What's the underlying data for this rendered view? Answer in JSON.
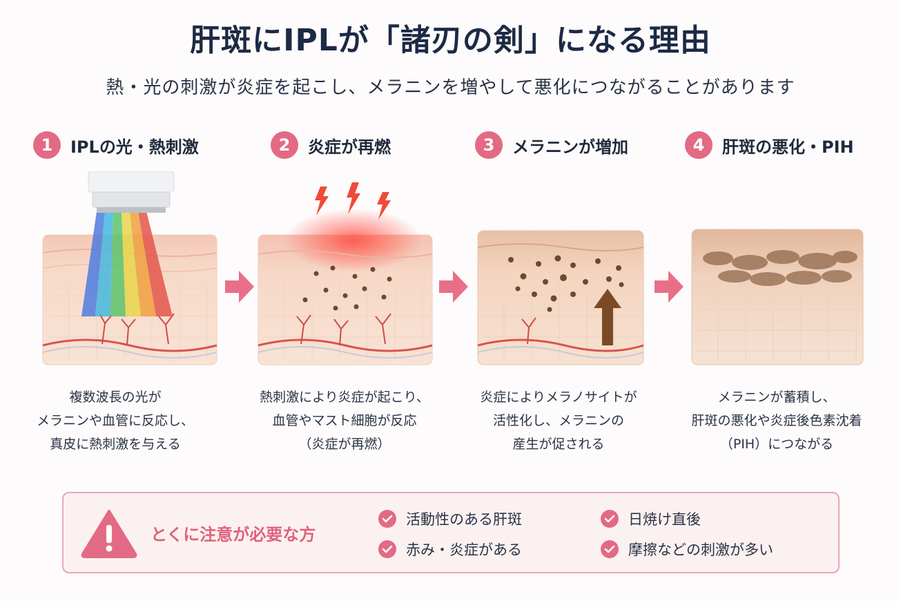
{
  "title": "肝斑にIPLが「諸刃の剣」になる理由",
  "subtitle": "熱・光の刺激が炎症を起こし、メラニンを増やして悪化につながることがあります",
  "steps": [
    {
      "num": "1",
      "label": "IPLの光・熱刺激",
      "desc": [
        "複数波長の光が",
        "メラニンや血管に反応し、",
        "真皮に熱刺激を与える"
      ]
    },
    {
      "num": "2",
      "label": "炎症が再燃",
      "desc": [
        "熱刺激により炎症が起こり、",
        "血管やマスト細胞が反応",
        "（炎症が再燃）"
      ]
    },
    {
      "num": "3",
      "label": "メラニンが増加",
      "desc": [
        "炎症によりメラノサイトが",
        "活性化し、メラニンの",
        "産生が促される"
      ]
    },
    {
      "num": "4",
      "label": "肝斑の悪化・PIH",
      "desc": [
        "メラニンが蓄積し、",
        "肝斑の悪化や炎症後色素沈着",
        "（PIH）につながる"
      ]
    }
  ],
  "caution": {
    "label": "とくに注意が必要な方",
    "items": [
      "活動性のある肝斑",
      "日焼け直後",
      "赤み・炎症がある",
      "摩擦などの刺激が多い"
    ]
  },
  "colors": {
    "accent": "#e36a84",
    "title": "#1c2a44",
    "skin": "#f6d5c3",
    "melanin": "#6b4a2e"
  },
  "icons": [
    "ipl-device-icon",
    "lightning-icon",
    "arrow-right-icon",
    "arrow-up-icon",
    "warning-icon",
    "check-icon"
  ]
}
